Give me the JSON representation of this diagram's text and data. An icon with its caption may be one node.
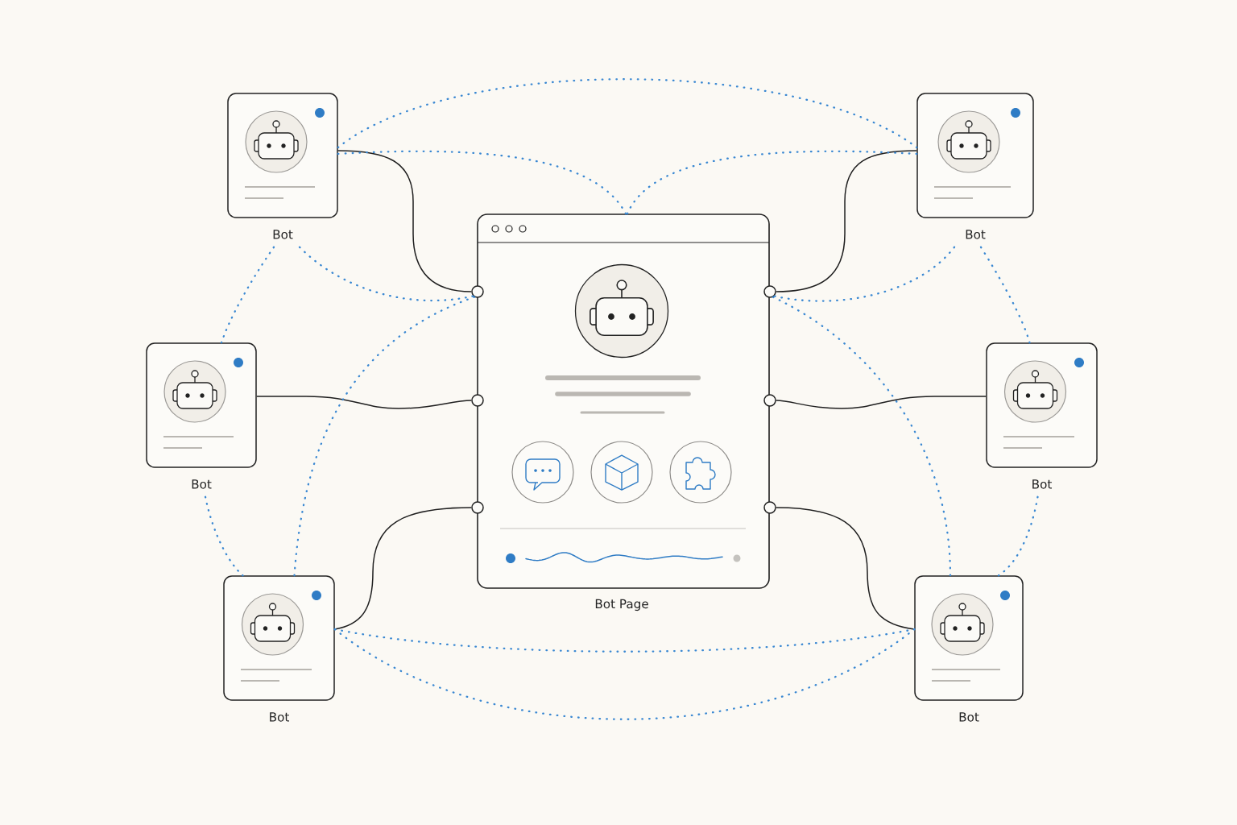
{
  "diagram": {
    "nodes": [
      {
        "text": [
          "Bot"
        ]
      },
      {
        "text": [
          "Bot"
        ]
      },
      {
        "text": [
          "Bot Page"
        ]
      },
      {
        "text": [
          "Bot"
        ]
      },
      {
        "text": [
          "Bot"
        ]
      },
      {
        "text": [
          "Bot"
        ]
      },
      {
        "text": [
          "Bot"
        ]
      },
      {
        "text": [],
        "shape": "circle"
      },
      {
        "text": [],
        "shape": "circle"
      },
      {
        "text": [],
        "shape": "circle"
      },
      {
        "text": [],
        "shape": "circle"
      },
      {
        "text": [],
        "shape": "circle"
      },
      {
        "text": [],
        "shape": "circle"
      }
    ],
    "edges": [
      {
        "from": 0,
        "to": 7,
        "arrow": "none",
        "color": "#1f1f1f"
      },
      {
        "from": 1,
        "to": 10,
        "arrow": "none",
        "color": "#1f1f1f"
      },
      {
        "from": 3,
        "to": 8,
        "arrow": "none",
        "color": "#1f1f1f"
      },
      {
        "from": 4,
        "to": 11,
        "arrow": "none",
        "color": "#1f1f1f"
      },
      {
        "from": 5,
        "to": 9,
        "arrow": "none",
        "color": "#1f1f1f"
      },
      {
        "from": 6,
        "to": 12,
        "arrow": "none",
        "color": "#1f1f1f"
      },
      {
        "from": 0,
        "to": 1,
        "arrow": "none",
        "style": "dashed"
      },
      {
        "from": 0,
        "to": 2,
        "arrow": "none",
        "style": "dashed"
      },
      {
        "from": 1,
        "to": 2,
        "arrow": "none",
        "style": "dashed"
      },
      {
        "from": 0,
        "to": 3,
        "arrow": "none",
        "style": "dashed"
      },
      {
        "from": 0,
        "to": 7,
        "arrow": "none",
        "style": "dashed"
      },
      {
        "from": 5,
        "to": 7,
        "arrow": "none",
        "style": "dashed"
      },
      {
        "from": 3,
        "to": 5,
        "arrow": "none",
        "style": "dashed"
      },
      {
        "from": 1,
        "to": 4,
        "arrow": "none",
        "style": "dashed"
      },
      {
        "from": 1,
        "to": 10,
        "arrow": "none",
        "style": "dashed"
      },
      {
        "from": 10,
        "to": 6,
        "arrow": "none",
        "style": "dashed"
      },
      {
        "from": 4,
        "to": 6,
        "arrow": "none",
        "style": "dashed"
      },
      {
        "from": 5,
        "to": 6,
        "arrow": "none",
        "style": "dashed"
      },
      {
        "from": 5,
        "to": 6,
        "arrow": "none",
        "style": "dashed"
      }
    ]
  }
}
